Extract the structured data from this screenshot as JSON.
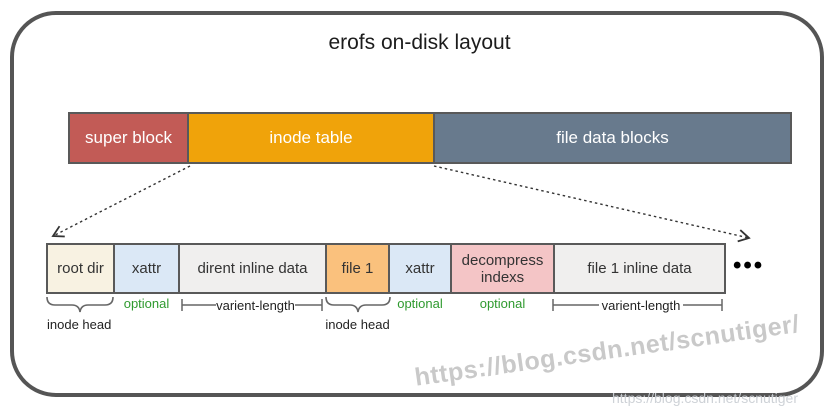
{
  "title": "erofs on-disk layout",
  "top_bar": {
    "segments": [
      {
        "label": "super block",
        "color": "#c25b56",
        "text_color": "#ffffff"
      },
      {
        "label": "inode table",
        "color": "#f0a30a",
        "text_color": "#ffffff"
      },
      {
        "label": "file data blocks",
        "color": "#687a8d",
        "text_color": "#ffffff"
      }
    ]
  },
  "detail_bar": {
    "segments": [
      {
        "label": "root dir",
        "color": "#f8f2e2"
      },
      {
        "label": "xattr",
        "color": "#dbe8f6"
      },
      {
        "label": "dirent inline data",
        "color": "#f0efee"
      },
      {
        "label": "file 1",
        "color": "#fac17d"
      },
      {
        "label": "xattr",
        "color": "#dbe8f6"
      },
      {
        "label": "decompress indexs",
        "color": "#f4c5c6"
      },
      {
        "label": "file 1 inline data",
        "color": "#f0efee"
      }
    ],
    "ellipsis": "•••"
  },
  "annotations": {
    "inode_head_left": "inode head",
    "optional_xattr_1": "optional",
    "varient_length_1": "varient-length",
    "inode_head_right": "inode head",
    "optional_xattr_2": "optional",
    "optional_decompress": "optional",
    "varient_length_2": "varient-length",
    "optional_color": "#2f9a2f"
  },
  "watermarks": {
    "diagonal": "https://blog.csdn.net/scnutiger/",
    "bottom_right": "https://blog.csdn.net/scnutiger"
  }
}
